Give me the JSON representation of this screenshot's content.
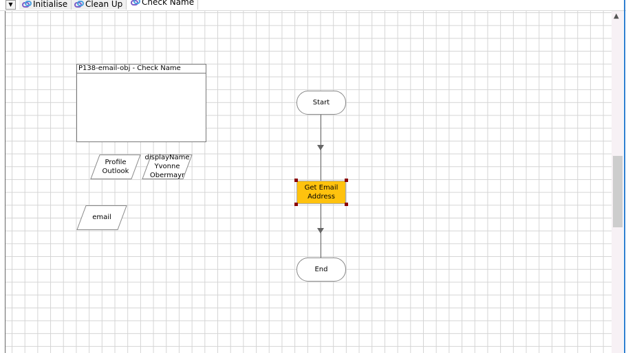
{
  "tabs": [
    {
      "label": "Initialise"
    },
    {
      "label": "Clean Up"
    },
    {
      "label": "Check Name",
      "active": true
    }
  ],
  "diagram": {
    "block_title": "P138-email-obj - Check Name",
    "data_items": [
      {
        "line1": "Profile",
        "line2": "Outlook"
      },
      {
        "line1": "displayName",
        "line2": "Yvonne",
        "line3": "Obermayr"
      },
      {
        "line1": "email"
      }
    ],
    "start": "Start",
    "action": {
      "line1": "Get Email",
      "line2": "Address"
    },
    "end": "End"
  },
  "colors": {
    "action_fill": "#ffc20e",
    "selection_handle": "#8b0000"
  }
}
